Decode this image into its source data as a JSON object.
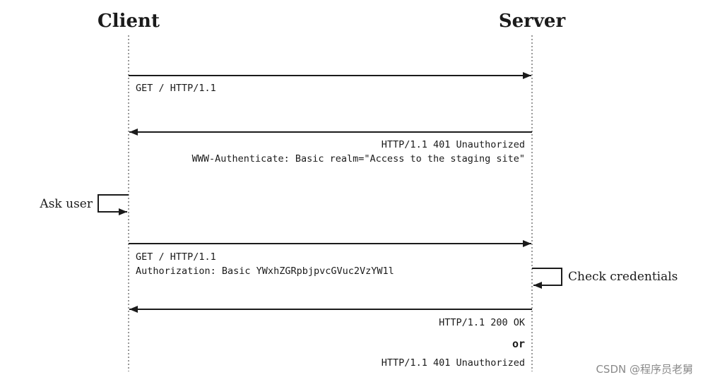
{
  "actors": {
    "client": "Client",
    "server": "Server"
  },
  "messages": {
    "request1": "GET / HTTP/1.1",
    "response1_status": "HTTP/1.1 401 Unauthorized",
    "response1_header": "WWW-Authenticate: Basic realm=\"Access to the staging site\"",
    "request2_line": "GET / HTTP/1.1",
    "request2_header": "Authorization: Basic YWxhZGRpbjpvcGVuc2VzYW1l",
    "response2_ok": "HTTP/1.1 200 OK",
    "response2_or": "or",
    "response2_unauth": "HTTP/1.1 401 Unauthorized"
  },
  "self_actions": {
    "ask_user": "Ask user",
    "check_credentials": "Check credentials"
  },
  "watermark": "CSDN @程序员老舅"
}
